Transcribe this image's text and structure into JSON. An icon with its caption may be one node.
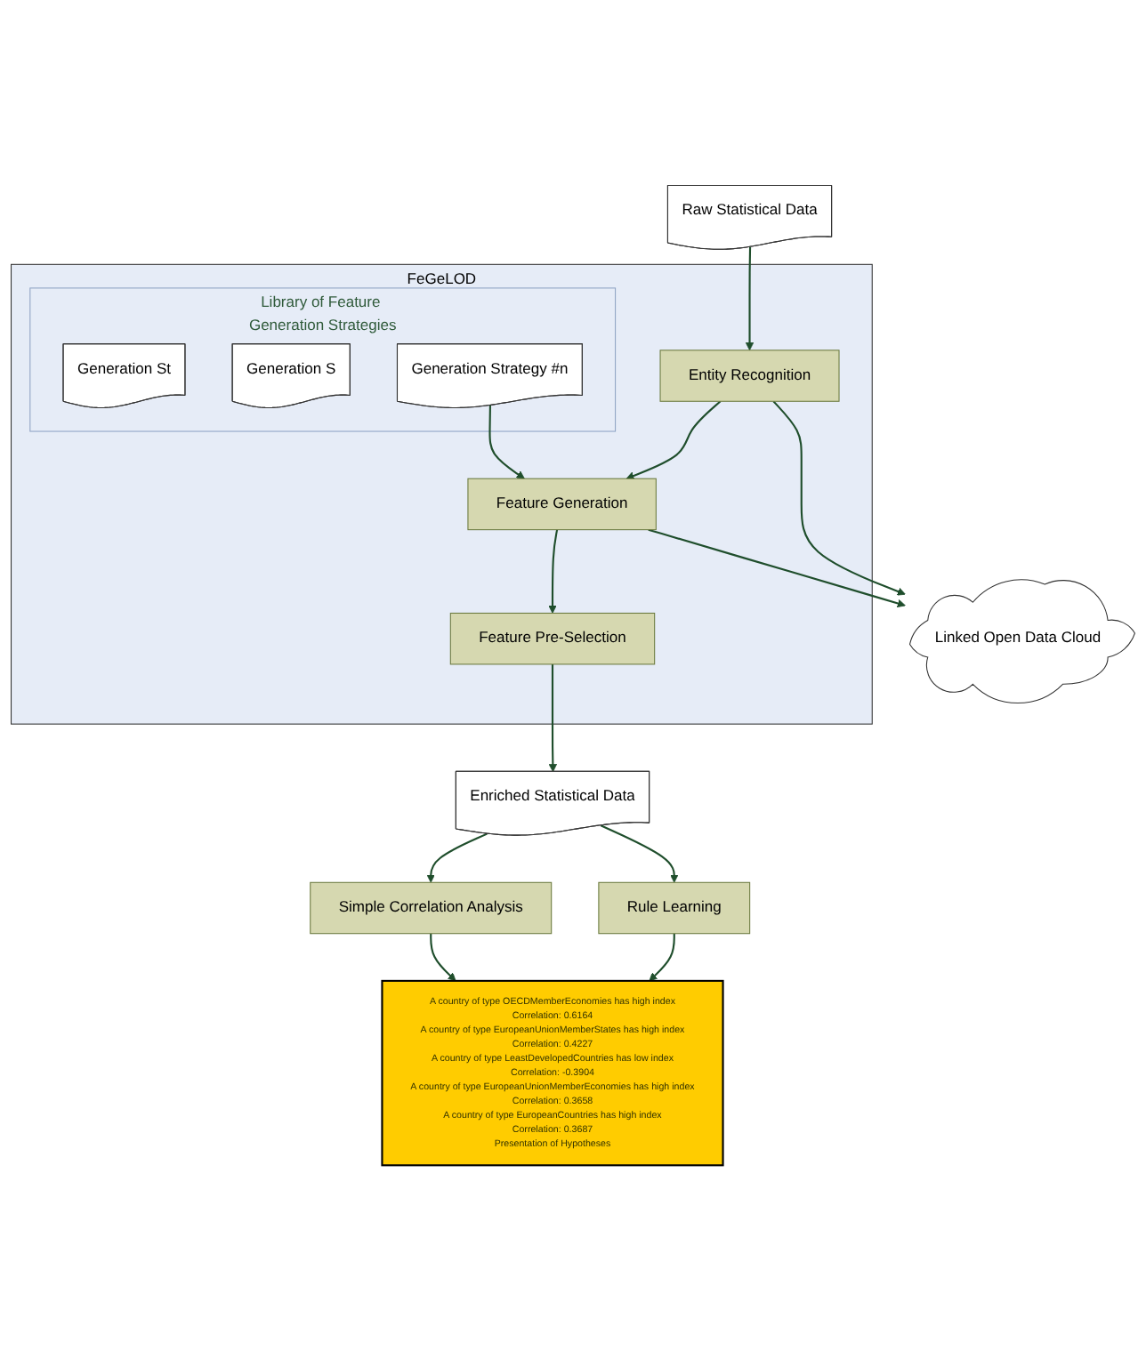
{
  "diagram": {
    "nodes": [
      {
        "text": [
          "Raw Statistical Data"
        ]
      },
      {
        "text": [
          "FeGeLOD"
        ]
      },
      {
        "text": [
          "Library of Feature Generation Strategies"
        ],
        "in": 1
      },
      {
        "text": [
          "Generation St"
        ],
        "in": 2
      },
      {
        "text": [
          "Generation S"
        ],
        "in": 2
      },
      {
        "text": [
          "Generation Strategy #n"
        ],
        "in": 2
      },
      {
        "text": [
          "Entity Recognition"
        ],
        "in": 1
      },
      {
        "text": [
          "Feature Generation"
        ],
        "in": 1
      },
      {
        "text": [
          "Feature Pre-Selection"
        ],
        "in": 1
      },
      {
        "text": [
          "Linked Open Data Cloud"
        ]
      },
      {
        "text": [
          "Enriched Statistical Data"
        ]
      },
      {
        "text": [
          "Simple Correlation Analysis"
        ]
      },
      {
        "text": [
          "Rule Learning"
        ]
      },
      {
        "text": [
          "A country of type OECDMemberEconomies has high index",
          "Correlation: 0.6164",
          "A country of type EuropeanUnionMemberStates has high index",
          "Correlation: 0.4227",
          "A country of type LeastDevelopedCountries has low index",
          "Correlation: -0.3904",
          "A country of type EuropeanUnionMemberEconomies has high index",
          "Correlation: 0.3658",
          "A country of type EuropeanCountries has high index",
          "Correlation: 0.3687",
          "Presentation of Hypotheses"
        ]
      }
    ],
    "edges": [
      {
        "from": 0,
        "to": 6,
        "arrow": "to"
      },
      {
        "from": 6,
        "to": 7,
        "arrow": "to"
      },
      {
        "from": 7,
        "to": 8,
        "arrow": "to"
      },
      {
        "from": 6,
        "to": 9,
        "arrow": "to"
      },
      {
        "from": 7,
        "to": 9,
        "arrow": "to"
      },
      {
        "from": 5,
        "to": 7,
        "arrow": "to"
      },
      {
        "from": 8,
        "to": 10,
        "arrow": "to"
      },
      {
        "from": 10,
        "to": 11,
        "arrow": "to"
      },
      {
        "from": 10,
        "to": 12,
        "arrow": "to"
      },
      {
        "from": 11,
        "to": 13,
        "arrow": "to"
      },
      {
        "from": 12,
        "to": 13,
        "arrow": "to"
      }
    ]
  }
}
